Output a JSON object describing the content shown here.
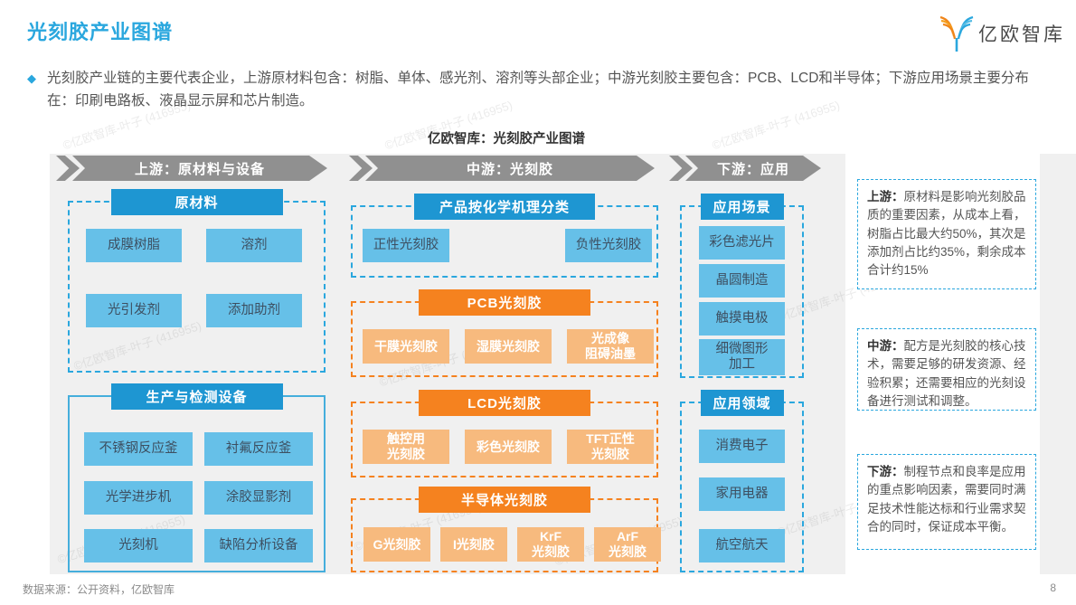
{
  "page": {
    "title": "光刻胶产业图谱",
    "logo_text": "亿欧智库",
    "bullet_text": "光刻胶产业链的主要代表企业，上游原材料包含：树脂、单体、感光剂、溶剂等头部企业；中游光刻胶主要包含：PCB、LCD和半导体；下游应用场景主要分布在：印刷电路板、液晶显示屏和芯片制造。",
    "diagram_title": "亿欧智库：光刻胶产业图谱",
    "footer_source": "数据来源：公开资料，亿欧智库",
    "page_number": "8",
    "watermark": "©亿欧智库-叶子 (416955)"
  },
  "arrows": [
    "上游：原材料与设备",
    "中游：光刻胶",
    "下游：应用"
  ],
  "groups": [
    {
      "title": "原材料",
      "items": [
        "成膜树脂",
        "溶剂",
        "光引发剂",
        "添加助剂"
      ]
    },
    {
      "title": "生产与检测设备",
      "items": [
        "不锈钢反应釜",
        "衬氟反应釜",
        "光学进步机",
        "涂胶显影剂",
        "光刻机",
        "缺陷分析设备"
      ]
    },
    {
      "title": "产品按化学机理分类",
      "items": [
        "正性光刻胶",
        "负性光刻胶"
      ]
    },
    {
      "title": "PCB光刻胶",
      "items": [
        "干膜光刻胶",
        "湿膜光刻胶",
        "光成像\n阻碍油墨"
      ]
    },
    {
      "title": "LCD光刻胶",
      "items": [
        "触控用\n光刻胶",
        "彩色光刻胶",
        "TFT正性\n光刻胶"
      ]
    },
    {
      "title": "半导体光刻胶",
      "items": [
        "G光刻胶",
        "I光刻胶",
        "KrF\n光刻胶",
        "ArF\n光刻胶"
      ]
    },
    {
      "title": "应用场景",
      "items": [
        "彩色滤光片",
        "晶圆制造",
        "触摸电极",
        "细微图形\n加工"
      ]
    },
    {
      "title": "应用领域",
      "items": [
        "消费电子",
        "家用电器",
        "航空航天"
      ]
    }
  ],
  "notes": [
    {
      "prefix": "上游：",
      "text": "原材料是影响光刻胶品质的重要因素，从成本上看，树脂占比最大约50%，其次是添加剂占比约35%，剩余成本合计约15%"
    },
    {
      "prefix": "中游：",
      "text": "配方是光刻胶的核心技术，需要足够的研发资源、经验积累；还需要相应的光刻设备进行测试和调整。"
    },
    {
      "prefix": "下游：",
      "text": "制程节点和良率是应用的重点影响因素，需要同时满足技术性能达标和行业需求契合的同时，保证成本平衡。"
    }
  ],
  "colors": {
    "accent_blue": "#2AA7DE",
    "header_blue": "#1E96D2",
    "item_blue": "#66C0E8",
    "accent_orange": "#F5821F",
    "item_orange": "#F7BA7E",
    "arrow_gray": "#909090",
    "panel_gray": "#F0F0F0"
  }
}
